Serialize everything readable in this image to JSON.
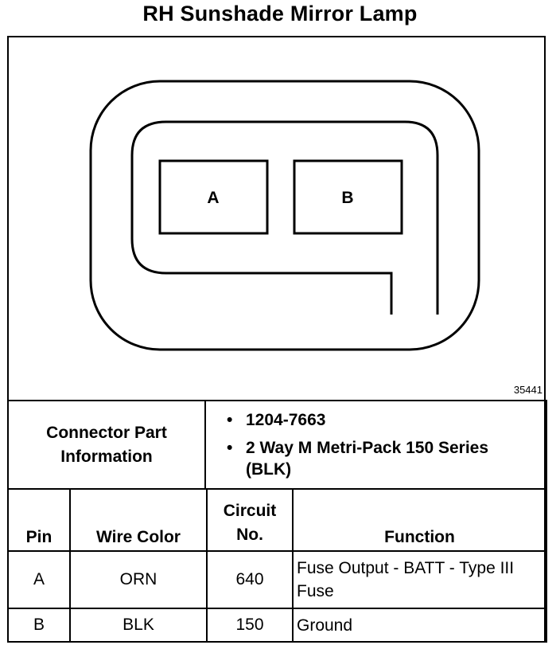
{
  "title": "RH Sunshade Mirror Lamp",
  "figure_id": "35441",
  "connector": {
    "pin_labels": [
      "A",
      "B"
    ]
  },
  "part_info": {
    "label": "Connector Part Information",
    "items": [
      "1204-7663",
      "2 Way M Metri-Pack 150 Series (BLK)"
    ]
  },
  "pin_table": {
    "headers": {
      "pin": "Pin",
      "wire_color": "Wire Color",
      "circuit": "Circuit No.",
      "function": "Function"
    },
    "rows": [
      {
        "pin": "A",
        "wire_color": "ORN",
        "circuit": "640",
        "function": "Fuse Output - BATT - Type III Fuse"
      },
      {
        "pin": "B",
        "wire_color": "BLK",
        "circuit": "150",
        "function": "Ground"
      }
    ]
  }
}
